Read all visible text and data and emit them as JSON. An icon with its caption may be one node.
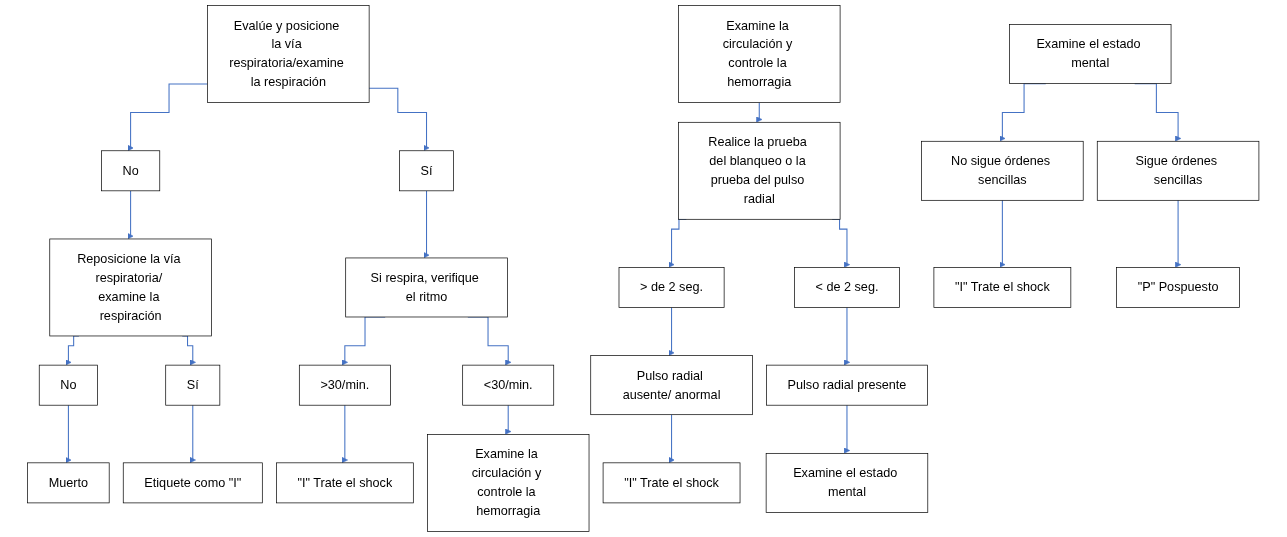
{
  "diagram": {
    "nodes": [
      {
        "text": [
          "Evalúe y posicione la vía respiratoria/examine la respiración"
        ]
      },
      {
        "text": [
          "No"
        ]
      },
      {
        "text": [
          "Sí"
        ]
      },
      {
        "text": [
          "Reposicione la vía respiratoria/ examine la respiración"
        ]
      },
      {
        "text": [
          "Si respira, verifique el ritmo"
        ]
      },
      {
        "text": [
          "No"
        ]
      },
      {
        "text": [
          "Sí"
        ]
      },
      {
        "text": [
          ">30/min."
        ]
      },
      {
        "text": [
          "<30/min."
        ]
      },
      {
        "text": [
          "Muerto"
        ]
      },
      {
        "text": [
          "Etiquete como \"I\""
        ]
      },
      {
        "text": [
          "\"I\" Trate el shock"
        ]
      },
      {
        "text": [
          "Examine la circulación y controle la hemorragia"
        ]
      },
      {
        "text": [
          "Examine la circulación y controle la hemorragia"
        ]
      },
      {
        "text": [
          "Realice la prueba del blanqueo o la prueba del pulso radial"
        ]
      },
      {
        "text": [
          "> de 2 seg."
        ]
      },
      {
        "text": [
          "< de 2 seg."
        ]
      },
      {
        "text": [
          "Pulso radial ausente/ anormal"
        ]
      },
      {
        "text": [
          "Pulso radial presente"
        ]
      },
      {
        "text": [
          "\"I\" Trate el shock"
        ]
      },
      {
        "text": [
          "Examine el estado mental"
        ]
      },
      {
        "text": [
          "Examine el estado mental"
        ]
      },
      {
        "text": [
          "No sigue órdenes sencillas"
        ]
      },
      {
        "text": [
          "Sigue órdenes sencillas"
        ]
      },
      {
        "text": [
          "\"I\" Trate el shock"
        ]
      },
      {
        "text": [
          "\"P\" Pospuesto"
        ]
      }
    ],
    "edges": [
      {
        "from": 0,
        "to": 1,
        "arrow": "to"
      },
      {
        "from": 0,
        "to": 2,
        "arrow": "to"
      },
      {
        "from": 1,
        "to": 3,
        "arrow": "to"
      },
      {
        "from": 2,
        "to": 4,
        "arrow": "to"
      },
      {
        "from": 3,
        "to": 5,
        "arrow": "to"
      },
      {
        "from": 3,
        "to": 6,
        "arrow": "to"
      },
      {
        "from": 4,
        "to": 7,
        "arrow": "to"
      },
      {
        "from": 4,
        "to": 8,
        "arrow": "to"
      },
      {
        "from": 5,
        "to": 9,
        "arrow": "to"
      },
      {
        "from": 6,
        "to": 10,
        "arrow": "to"
      },
      {
        "from": 7,
        "to": 11,
        "arrow": "to"
      },
      {
        "from": 8,
        "to": 12,
        "arrow": "to"
      },
      {
        "from": 13,
        "to": 14,
        "arrow": "to"
      },
      {
        "from": 14,
        "to": 15,
        "arrow": "to"
      },
      {
        "from": 14,
        "to": 16,
        "arrow": "to"
      },
      {
        "from": 15,
        "to": 17,
        "arrow": "to"
      },
      {
        "from": 16,
        "to": 18,
        "arrow": "to"
      },
      {
        "from": 17,
        "to": 19,
        "arrow": "to"
      },
      {
        "from": 18,
        "to": 20,
        "arrow": "to"
      },
      {
        "from": 21,
        "to": 22,
        "arrow": "to"
      },
      {
        "from": 21,
        "to": 23,
        "arrow": "to"
      },
      {
        "from": 22,
        "to": 24,
        "arrow": "to"
      },
      {
        "from": 23,
        "to": 25,
        "arrow": "to"
      }
    ]
  }
}
